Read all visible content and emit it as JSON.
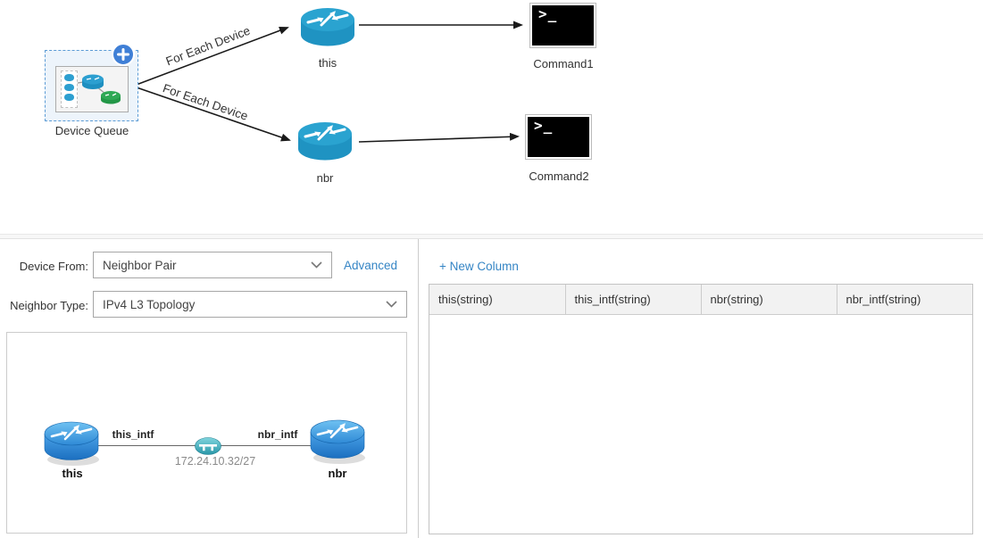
{
  "flow": {
    "device_queue_label": "Device Queue",
    "branch_label_top": "For Each Device",
    "branch_label_bottom": "For Each Device",
    "this_label": "this",
    "nbr_label": "nbr",
    "command1_label": "Command1",
    "command2_label": "Command2",
    "terminal_glyph": ">_"
  },
  "config": {
    "device_from_label": "Device From:",
    "device_from_value": "Neighbor Pair",
    "advanced_label": "Advanced",
    "neighbor_type_label": "Neighbor Type:",
    "neighbor_type_value": "IPv4 L3 Topology",
    "preview": {
      "left_device_label": "this",
      "right_device_label": "nbr",
      "left_intf_label": "this_intf",
      "right_intf_label": "nbr_intf",
      "subnet_label": "172.24.10.32/27"
    }
  },
  "table": {
    "new_column_label": "+ New Column",
    "columns": [
      "this(string)",
      "this_intf(string)",
      "nbr(string)",
      "nbr_intf(string)"
    ]
  },
  "colors": {
    "link_blue": "#3585c5",
    "flow_router_teal": "#2196c4",
    "preview_router_blue": "#2f8ad6",
    "selection_blue": "#5b9bd5",
    "badge_blue": "#3f7fd6",
    "green_device": "#2fa955",
    "terminal_bg": "#000000",
    "table_header_bg": "#f2f2f2",
    "border_gray": "#cccccc"
  }
}
